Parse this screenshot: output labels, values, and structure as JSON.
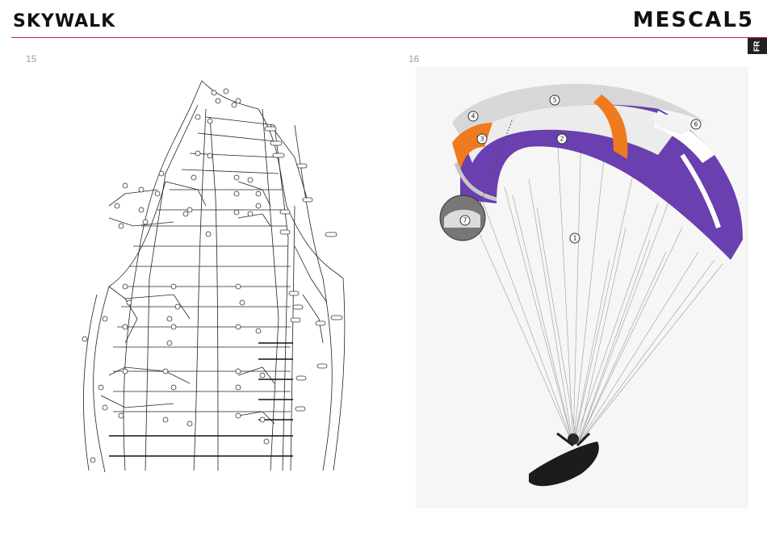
{
  "header": {
    "brand_left": "SKYWALK",
    "brand_right": "MESCAL5",
    "language_tab": "FR"
  },
  "figures": [
    {
      "number": "15"
    },
    {
      "number": "16"
    }
  ],
  "callouts": [
    "1",
    "2",
    "3",
    "4",
    "5",
    "6",
    "7"
  ],
  "colors": {
    "accent_rule": "#c0272d",
    "wing_purple": "#6a3fb0",
    "wing_orange": "#f07a1e",
    "wing_white": "#e6e6e6"
  }
}
